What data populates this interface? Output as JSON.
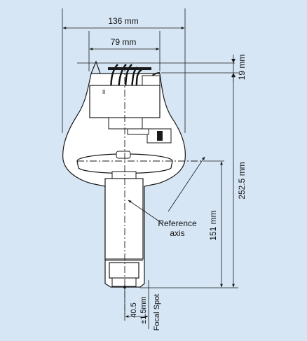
{
  "dimensions": {
    "overall_width": "136 mm",
    "inner_width": "79 mm",
    "top_offset": "19 mm",
    "overall_height": "252.5 mm",
    "axis_height": "151 mm",
    "focal_distance_line1": "40.5",
    "focal_distance_line2": "±1.5mm"
  },
  "labels": {
    "reference_axis_line1": "Reference",
    "reference_axis_line2": "axis",
    "focal_spot": "Focal Spot",
    "roman_mark": "II"
  },
  "colors": {
    "background": "#d6e6f5",
    "body_fill": "#ffffff",
    "line": "#1a1a1a"
  }
}
